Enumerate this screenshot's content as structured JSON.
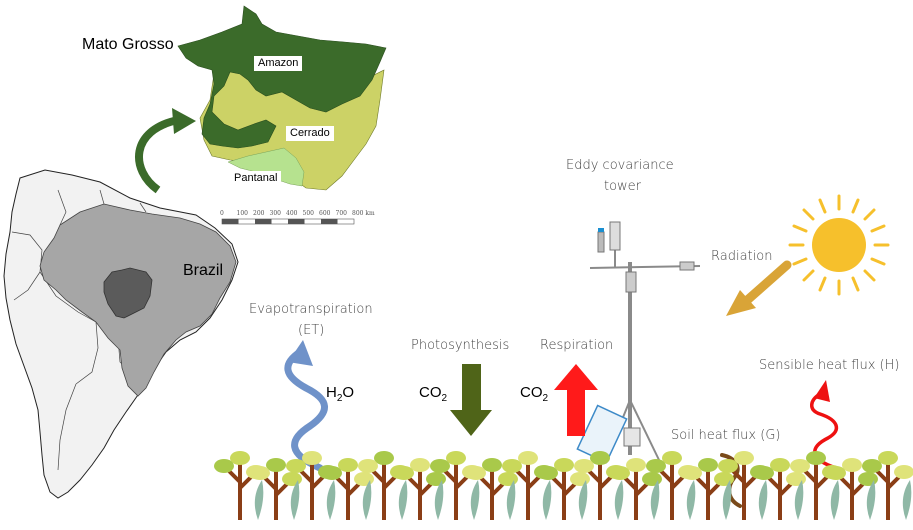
{
  "labels": {
    "mato_grosso": "Mato Grosso",
    "amazon": "Amazon",
    "cerrado": "Cerrado",
    "pantanal": "Pantanal",
    "brazil": "Brazil",
    "eddy_tower": "Eddy covariance tower",
    "eddy_tower_line1": "Eddy covariance",
    "eddy_tower_line2": "tower",
    "radiation": "Radiation",
    "evapotranspiration_line1": "Evapotranspiration",
    "evapotranspiration_line2": "(ET)",
    "photosynthesis": "Photosynthesis",
    "respiration": "Respiration",
    "sensible_heat_flux": "Sensible heat flux (H)",
    "soil_heat_flux": "Soil heat flux (G)",
    "h2o_main": "H",
    "h2o_sub": "2",
    "h2o_tail": "O",
    "co2_main": "CO",
    "co2_sub": "2"
  },
  "scale_bar": {
    "ticks": [
      "0",
      "100",
      "200",
      "300",
      "400",
      "500",
      "600",
      "700",
      "800 km"
    ]
  },
  "colors": {
    "amazon": "#3b6b2a",
    "cerrado": "#ccd266",
    "pantanal": "#b6e28f",
    "brazil": "#a6a6a6",
    "mato_grosso_in_brazil": "#5b5b5b",
    "et_arrow": "#6f92c9",
    "photosynthesis_arrow": "#4f6418",
    "respiration_arrow": "#ff1a1a",
    "sensible_heat_arrow": "#ee1111",
    "soil_heat_arrow": "#7a4a1a",
    "radiation_arrow": "#d9a437",
    "sun": "#f6c02c"
  }
}
